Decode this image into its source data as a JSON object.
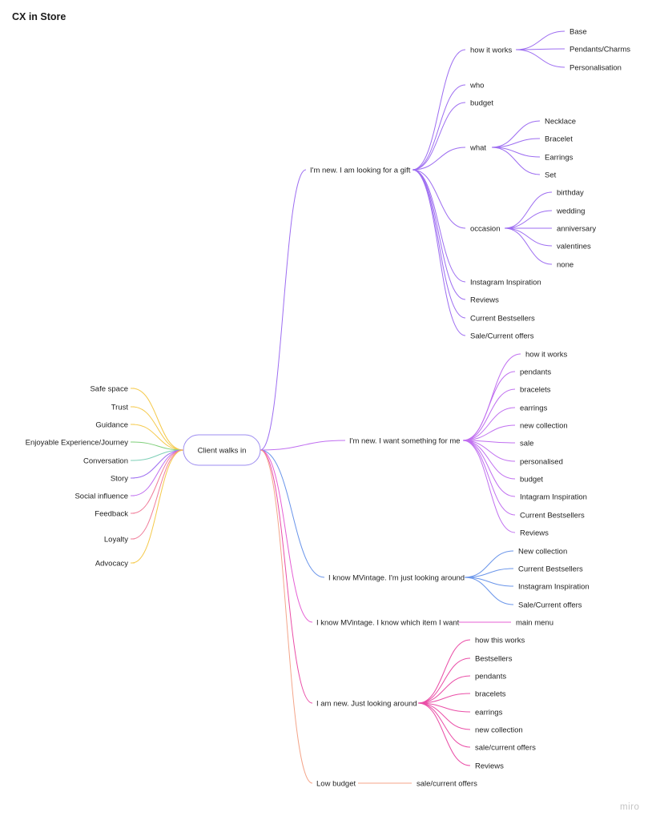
{
  "board": {
    "title": "CX in Store",
    "watermark": "miro"
  },
  "colors": {
    "purple": "#9d6df1",
    "violet": "#c06ff0",
    "blue": "#6a95ea",
    "pink": "#ea4ea7",
    "magenta": "#e55fd4",
    "orange": "#f4a58a",
    "yellow": "#f5c94a",
    "green": "#7fcf7a",
    "teal": "#7fcfb7",
    "red": "#f07d9a"
  },
  "mindmap": {
    "root": "Client walks in",
    "left": [
      {
        "label": "Safe space",
        "color": "yellow"
      },
      {
        "label": "Trust",
        "color": "yellow"
      },
      {
        "label": "Guidance",
        "color": "yellow"
      },
      {
        "label": "Enjoyable Experience/Journey",
        "color": "green"
      },
      {
        "label": "Conversation",
        "color": "teal"
      },
      {
        "label": "Story",
        "color": "purple"
      },
      {
        "label": "Social influence",
        "color": "violet"
      },
      {
        "label": "Feedback",
        "color": "red"
      },
      {
        "label": "Loyalty",
        "color": "red"
      },
      {
        "label": "Advocacy",
        "color": "yellow"
      }
    ],
    "right": [
      {
        "label": "I'm new. I am looking for a gift",
        "color": "purple",
        "children": [
          {
            "label": "how it works",
            "children": [
              {
                "label": "Base"
              },
              {
                "label": "Pendants/Charms"
              },
              {
                "label": "Personalisation"
              }
            ]
          },
          {
            "label": "who"
          },
          {
            "label": "budget"
          },
          {
            "label": "what",
            "children": [
              {
                "label": "Necklace"
              },
              {
                "label": "Bracelet"
              },
              {
                "label": "Earrings"
              },
              {
                "label": "Set"
              }
            ]
          },
          {
            "label": "occasion",
            "children": [
              {
                "label": "birthday"
              },
              {
                "label": "wedding"
              },
              {
                "label": "anniversary"
              },
              {
                "label": "valentines"
              },
              {
                "label": "none"
              }
            ]
          },
          {
            "label": "Instagram Inspiration"
          },
          {
            "label": "Reviews"
          },
          {
            "label": "Current Bestsellers"
          },
          {
            "label": "Sale/Current offers"
          }
        ]
      },
      {
        "label": "I'm new. I want something for me",
        "color": "violet",
        "children": [
          {
            "label": "how it works"
          },
          {
            "label": "pendants"
          },
          {
            "label": "bracelets"
          },
          {
            "label": "earrings"
          },
          {
            "label": "new collection"
          },
          {
            "label": "sale"
          },
          {
            "label": "personalised"
          },
          {
            "label": "budget"
          },
          {
            "label": "Intagram Inspiration"
          },
          {
            "label": "Current Bestsellers"
          },
          {
            "label": "Reviews"
          }
        ]
      },
      {
        "label": "I know MVintage. I'm just looking around",
        "color": "blue",
        "children": [
          {
            "label": "New collection"
          },
          {
            "label": "Current Bestsellers"
          },
          {
            "label": "Instagram Inspiration"
          },
          {
            "label": "Sale/Current offers"
          }
        ]
      },
      {
        "label": "I know MVintage. I know which item I want",
        "color": "magenta",
        "children": [
          {
            "label": "main menu"
          }
        ]
      },
      {
        "label": "I am new. Just looking around",
        "color": "pink",
        "children": [
          {
            "label": "how this works"
          },
          {
            "label": "Bestsellers"
          },
          {
            "label": "pendants"
          },
          {
            "label": "bracelets"
          },
          {
            "label": "earrings"
          },
          {
            "label": "new collection"
          },
          {
            "label": "sale/current offers"
          },
          {
            "label": "Reviews"
          }
        ]
      },
      {
        "label": "Low budget",
        "color": "orange",
        "children": [
          {
            "label": "sale/current offers"
          }
        ]
      }
    ]
  }
}
